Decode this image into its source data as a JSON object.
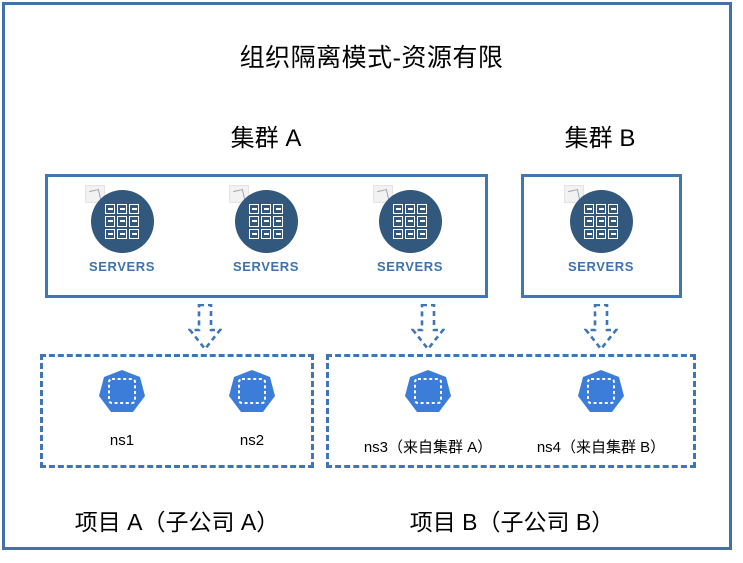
{
  "diagram": {
    "title": "组织隔离模式-资源有限",
    "frame_color": "#4472a8",
    "cluster_border_color": "#4076b4",
    "dashed_border_color": "#3f74b6",
    "server_circle_color": "#33587d",
    "server_label_color": "#3d73b0",
    "namespace_color": "#3b7dd8"
  },
  "clusters": [
    {
      "caption": "集群 A",
      "servers": [
        {
          "label": "SERVERS",
          "icon": "servers-rack-icon"
        },
        {
          "label": "SERVERS",
          "icon": "servers-rack-icon"
        },
        {
          "label": "SERVERS",
          "icon": "servers-rack-icon"
        }
      ]
    },
    {
      "caption": "集群 B",
      "servers": [
        {
          "label": "SERVERS",
          "icon": "servers-rack-icon"
        }
      ]
    }
  ],
  "arrows": [
    {
      "name": "arrow-cluster-a-server1-to-project-a",
      "icon": "dashed-down-arrow-icon"
    },
    {
      "name": "arrow-cluster-a-server3-to-project-b",
      "icon": "dashed-down-arrow-icon"
    },
    {
      "name": "arrow-cluster-b-server1-to-project-b",
      "icon": "dashed-down-arrow-icon"
    }
  ],
  "projects": [
    {
      "caption": "项目 A（子公司 A）",
      "namespaces": [
        {
          "label": "ns1",
          "icon": "namespace-icon"
        },
        {
          "label": "ns2",
          "icon": "namespace-icon"
        }
      ]
    },
    {
      "caption": "项目 B（子公司 B）",
      "namespaces": [
        {
          "label": "ns3（来自集群 A）",
          "icon": "namespace-icon"
        },
        {
          "label": "ns4（来自集群 B）",
          "icon": "namespace-icon"
        }
      ]
    }
  ]
}
